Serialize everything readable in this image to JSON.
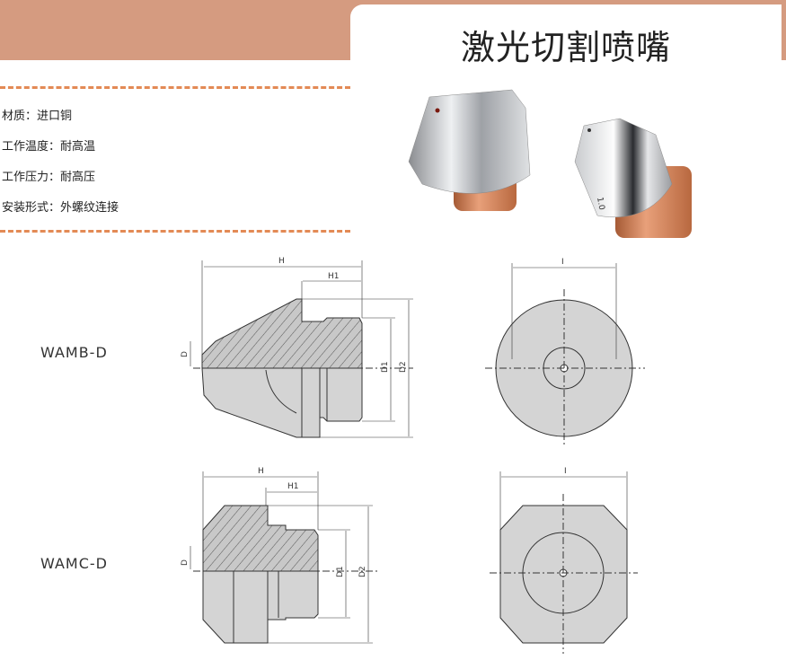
{
  "title": "激光切割喷嘴",
  "specs": [
    "材质：进口铜",
    "工作温度：耐高温",
    "工作压力：耐高压",
    "安装形式：外螺纹连接"
  ],
  "models": [
    "WAMB-D",
    "WAMC-D"
  ],
  "dimension_labels": {
    "H": "H",
    "H1": "H1",
    "D": "D",
    "D1": "D1",
    "D2": "D2",
    "I": "I"
  },
  "nozzle_marking": "1.0",
  "colors": {
    "band": "#d59b80",
    "dash": "#e38a55",
    "copper": "#c8734a"
  }
}
